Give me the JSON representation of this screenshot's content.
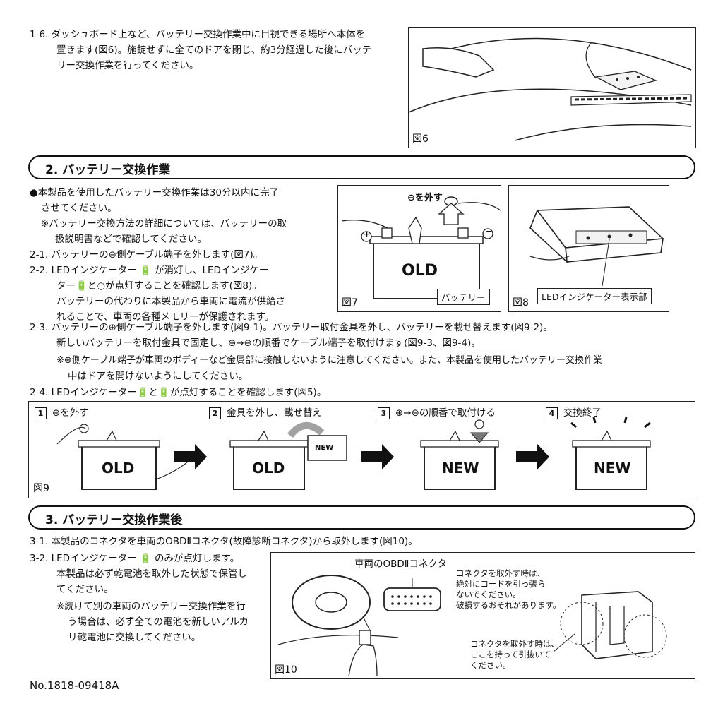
{
  "step_1_6": {
    "line1": "1-6. ダッシュボード上など、バッテリー交換作業中に目視できる場所へ本体を",
    "line2": "置きます(図6)。施錠せずに全てのドアを閉じ、約3分経過した後にバッテ",
    "line3": "リー交換作業を行ってください。"
  },
  "fig6": {
    "label": "図6"
  },
  "section2": {
    "title": "2. バッテリー交換作業"
  },
  "s2": {
    "bullet1": "●本製品を使用したバッテリー交換作業は30分以内に完了",
    "bullet2": "させてください。",
    "note1": "※バッテリー交換方法の詳細については、バッテリーの取",
    "note2": "扱説明書などで確認してください。",
    "s21": "2-1. バッテリーの⊖側ケーブル端子を外します(図7)。",
    "s22a": "2-2. LEDインジケーター 🔋 が消灯し、LEDインジケー",
    "s22b": "ター🔋と◌が点灯することを確認します(図8)。",
    "s22c": "バッテリーの代わりに本製品から車両に電流が供給さ",
    "s22d": "れることで、車両の各種メモリーが保護されます。",
    "s23a": "2-3. バッテリーの⊕側ケーブル端子を外します(図9-1)。バッテリー取付金具を外し、バッテリーを載せ替えます(図9-2)。",
    "s23b": "新しいバッテリーを取付金具で固定し、⊕→⊖の順番でケーブル端子を取付けます(図9-3、図9-4)。",
    "s23note1": "※⊕側ケーブル端子が車両のボディーなど金属部に接触しないように注意してください。また、本製品を使用したバッテリー交換作業",
    "s23note2": "中はドアを開けないようにしてください。",
    "s24": "2-4. LEDインジケーター🔋と🔋が点灯することを確認します(図5)。"
  },
  "fig7": {
    "label": "図7",
    "remove": "⊖を外す",
    "battery_label": "バッテリー",
    "old": "OLD",
    "plus": "+",
    "minus": "−"
  },
  "fig8": {
    "label": "図8",
    "indicator": "LEDインジケーター表示部"
  },
  "fig9": {
    "label": "図9",
    "steps": [
      {
        "num": "1",
        "text": "⊕を外す",
        "battery": "OLD"
      },
      {
        "num": "2",
        "text": "金具を外し、載せ替え",
        "battery": "OLD",
        "new_small": "NEW"
      },
      {
        "num": "3",
        "text": "⊕→⊖の順番で取付ける",
        "battery": "NEW"
      },
      {
        "num": "4",
        "text": "交換終了",
        "battery": "NEW"
      }
    ]
  },
  "section3": {
    "title": "3. バッテリー交換作業後"
  },
  "s3": {
    "s31": "3-1. 本製品のコネクタを車両のOBDⅡコネクタ(故障診断コネクタ)から取外します(図10)。",
    "s32a": "3-2. LEDインジケーター 🔋 のみが点灯します。",
    "s32b": "本製品は必ず乾電池を取外した状態で保管し",
    "s32c": "てください。",
    "s32n1": "※続けて別の車両のバッテリー交換作業を行",
    "s32n2": "う場合は、必ず全ての電池を新しいアルカ",
    "s32n3": "リ乾電池に交換してください。"
  },
  "fig10": {
    "label": "図10",
    "title": "車両のOBDⅡコネクタ",
    "note1a": "コネクタを取外す時は、",
    "note1b": "絶対にコードを引っ張ら",
    "note1c": "ないでください。",
    "note1d": "破損するおそれがあります。",
    "note2a": "コネクタを取外す時は、",
    "note2b": "ここを持って引抜いて",
    "note2c": "ください。"
  },
  "footer": {
    "doc_no": "No.1818-09418A"
  }
}
